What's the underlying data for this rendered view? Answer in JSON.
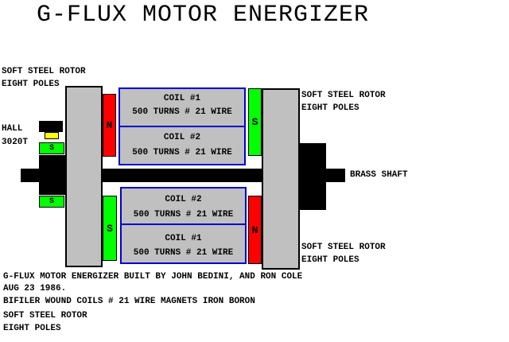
{
  "title": "G-FLUX MOTOR ENERGIZER",
  "labels": {
    "left_rotor_line1": "SOFT STEEL ROTOR",
    "left_rotor_line2": "EIGHT POLES",
    "hall_line1": "HALL",
    "hall_line2": "3020T",
    "right_rotor_top_line1": "SOFT STEEL ROTOR",
    "right_rotor_top_line2": "EIGHT POLES",
    "brass_shaft": "BRASS SHAFT",
    "right_rotor_bottom_line1": "SOFT STEEL ROTOR",
    "right_rotor_bottom_line2": "EIGHT POLES"
  },
  "coils": {
    "top_upper": {
      "name": "COIL #1",
      "spec": "500 TURNS # 21 WIRE"
    },
    "top_lower": {
      "name": "COIL #2",
      "spec": "500 TURNS # 21 WIRE"
    },
    "bottom_upper": {
      "name": "COIL #2",
      "spec": "500 TURNS # 21 WIRE"
    },
    "bottom_lower": {
      "name": "COIL #1",
      "spec": "500 TURNS # 21 WIRE"
    }
  },
  "magnets": {
    "left_top": "N",
    "left_bottom": "S",
    "right_top": "S",
    "right_bottom": "N",
    "hall_top": "S",
    "hall_bottom": "S"
  },
  "notes": [
    "G-FLUX MOTOR ENERGIZER BUILT BY JOHN BEDINI, AND RON COLE",
    "AUG 23 1986.",
    "BIFILER WOUND COILS # 21 WIRE MAGNETS IRON BORON",
    "SOFT STEEL ROTOR",
    "EIGHT POLES"
  ],
  "colors": {
    "north_magnet": "#ff0000",
    "south_magnet": "#00ff00",
    "rotor": "#c0c0c0",
    "coil_border": "#0000cc",
    "hall_sensor": "#ffff00"
  }
}
